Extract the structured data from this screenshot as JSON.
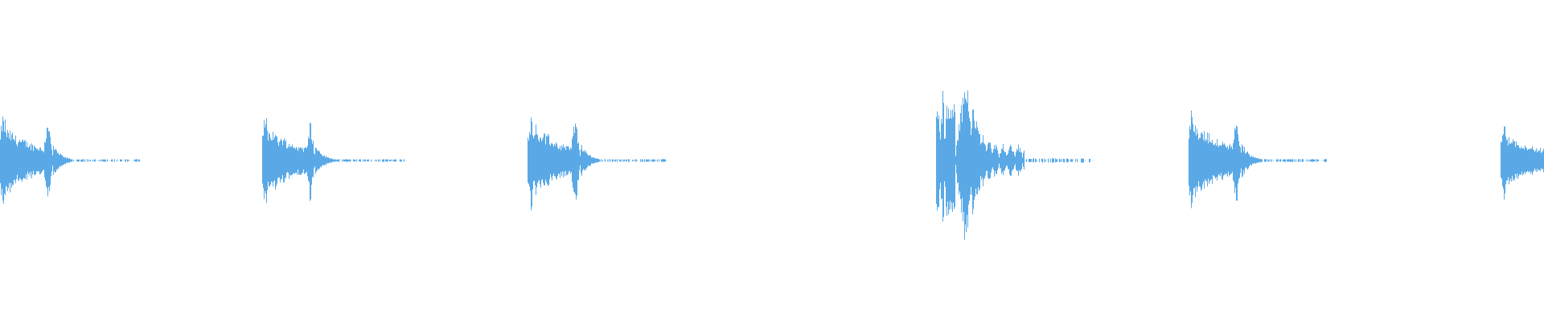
{
  "waveform": {
    "color": "#5aa9e6",
    "background": "#ffffff",
    "clip_count": 6,
    "clips": [
      {
        "type": "small-hit",
        "peak": 0.16,
        "tail": 0.26
      },
      {
        "type": "small-hit",
        "peak": 0.16,
        "tail": 0.26
      },
      {
        "type": "small-hit",
        "peak": 0.17,
        "tail": 0.24
      },
      {
        "type": "large-hit",
        "peak": 0.36,
        "tail": 0.38
      },
      {
        "type": "small-hit",
        "peak": 0.18,
        "tail": 0.26
      },
      {
        "type": "small-hit-partial",
        "peak": 0.13,
        "tail": 0.0
      }
    ]
  }
}
